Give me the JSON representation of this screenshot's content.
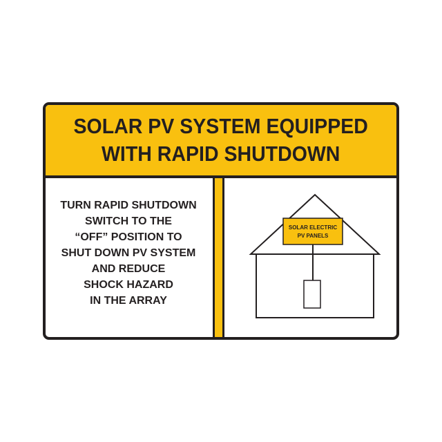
{
  "header": {
    "line1": "SOLAR PV SYSTEM EQUIPPED",
    "line2": "WITH RAPID SHUTDOWN"
  },
  "instructions": {
    "lines": [
      "TURN RAPID SHUTDOWN",
      "SWITCH TO THE",
      "“OFF” POSITION TO",
      "SHUT DOWN PV SYSTEM",
      "AND REDUCE",
      "SHOCK HAZARD",
      "IN THE ARRAY"
    ]
  },
  "diagram": {
    "panel_label_line1": "SOLAR ELECTRIC",
    "panel_label_line2": "PV PANELS"
  },
  "colors": {
    "accent": "#f9c00f",
    "ink": "#231f20"
  }
}
